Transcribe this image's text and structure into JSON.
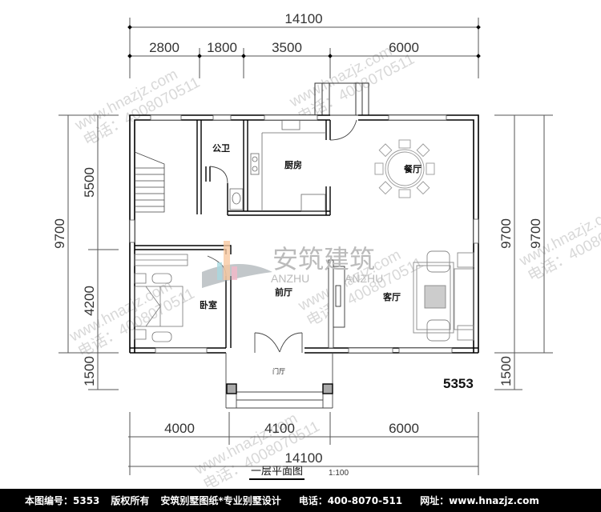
{
  "plan": {
    "title": "一层平面图",
    "scale": "1:100",
    "plan_code": "5353",
    "logo": {
      "cn": "安筑建筑",
      "en_left": "ANZHU",
      "en_right": "ANZHU"
    },
    "rooms": {
      "toilet": "公卫",
      "kitchen": "厨房",
      "dining": "餐厅",
      "bedroom": "卧室",
      "front_hall": "前厅",
      "living": "客厅",
      "porch": "门厅"
    },
    "dimensions": {
      "top_total": "14100",
      "top_segments": [
        "2800",
        "1800",
        "3500",
        "6000"
      ],
      "bottom_segments": [
        "4000",
        "4100",
        "6000"
      ],
      "bottom_total": "14100",
      "left_total": "9700",
      "left_segments": [
        "5500",
        "4200",
        "1500"
      ],
      "right_inner": "9700",
      "right_outer": "9700",
      "right_bottom": "1500"
    },
    "watermark": {
      "url": "www.hnazjz.com",
      "phone": "电话：4008070511"
    }
  },
  "footer": {
    "drawing_no": "本图编号：5353",
    "copyright": "版权所有",
    "slogan": "安筑别墅图纸*专业别墅设计",
    "phone": "电话：400-8070-511",
    "website": "网址：www.hnazjz.com"
  }
}
